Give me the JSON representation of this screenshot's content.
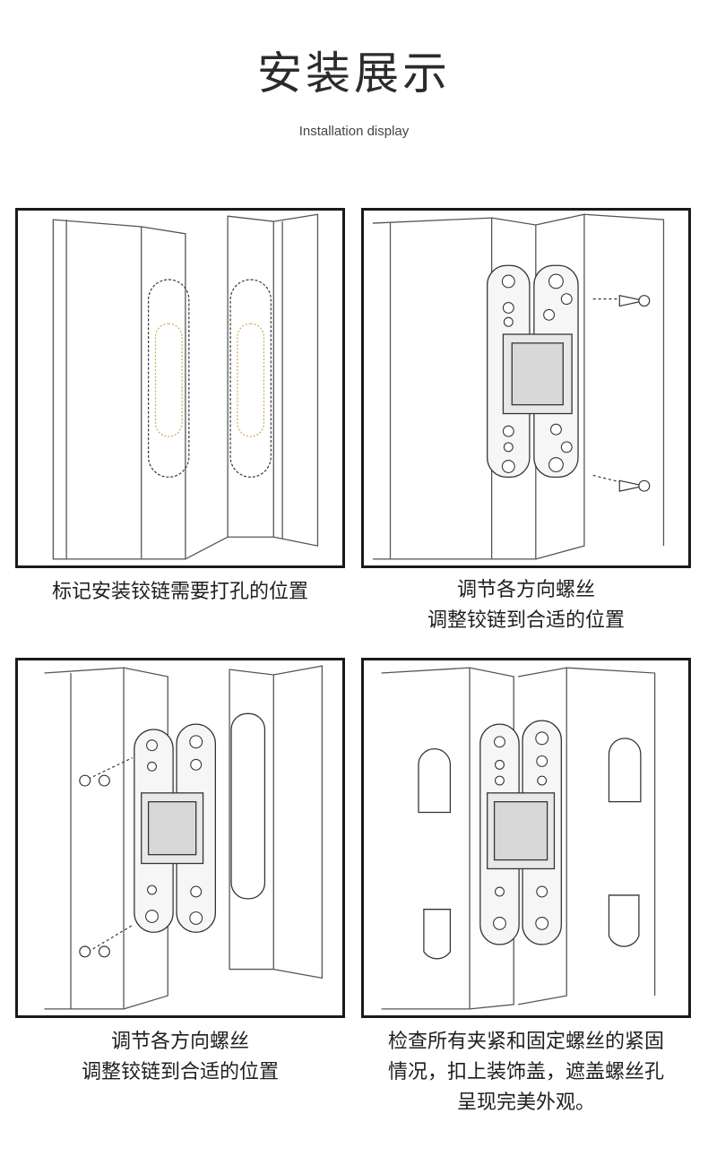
{
  "header": {
    "title": "安装展示",
    "subtitle": "Installation display"
  },
  "steps": [
    {
      "caption_lines": [
        "标记安装铰链需要打孔的位置"
      ]
    },
    {
      "caption_lines": [
        "调节各方向螺丝",
        "调整铰链到合适的位置"
      ]
    },
    {
      "caption_lines": [
        "调节各方向螺丝",
        "调整铰链到合适的位置"
      ]
    },
    {
      "caption_lines": [
        "检查所有夹紧和固定螺丝的紧固",
        "情况，扣上装饰盖，遮盖螺丝孔",
        "呈现完美外观。"
      ]
    }
  ]
}
